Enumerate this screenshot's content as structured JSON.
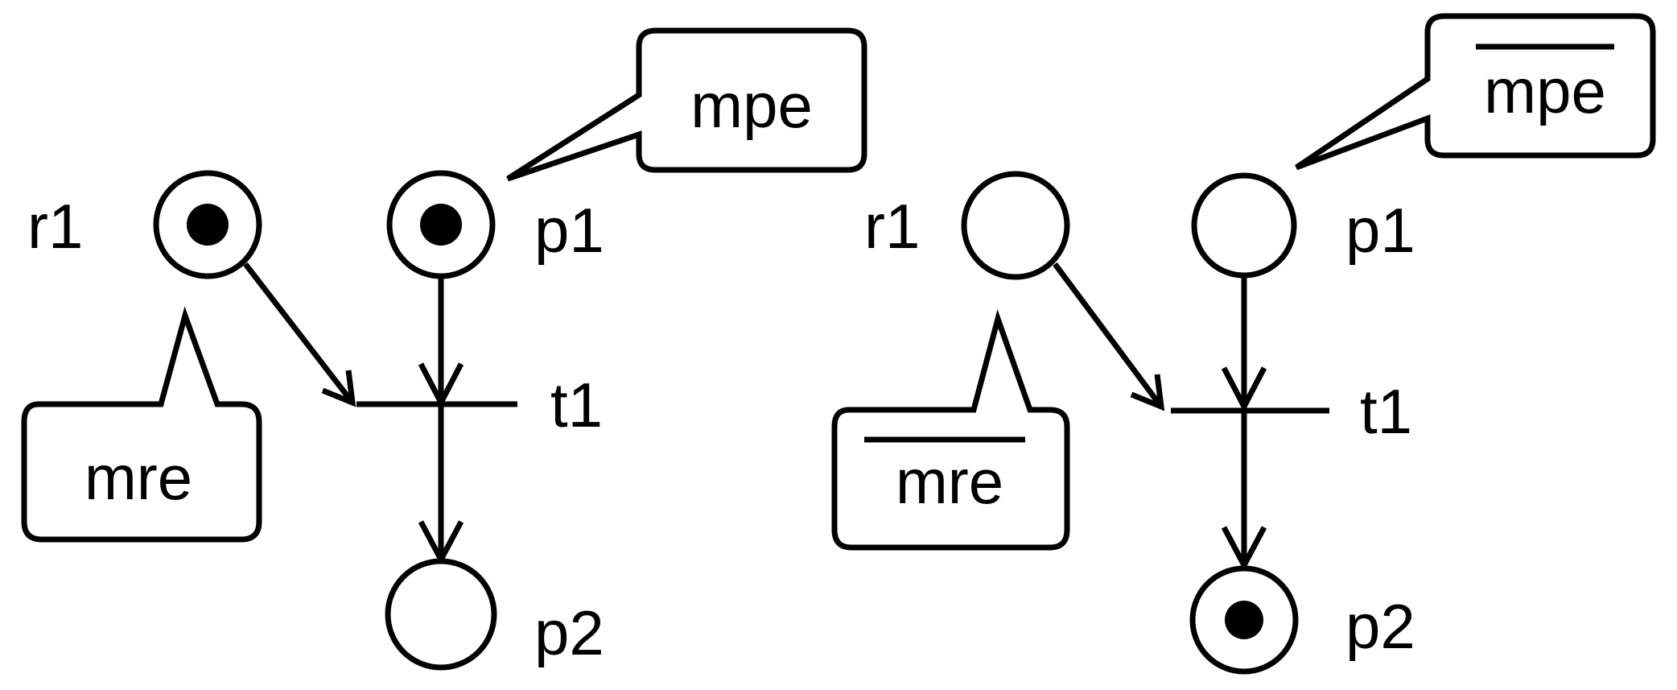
{
  "nets": [
    {
      "id": "before",
      "places": {
        "r1": {
          "label": "r1",
          "tokens": 1
        },
        "p1": {
          "label": "p1",
          "tokens": 1
        },
        "p2": {
          "label": "p2",
          "tokens": 0
        }
      },
      "transition": {
        "label": "t1"
      },
      "callouts": {
        "mpe": {
          "text": "mpe",
          "overline": false
        },
        "mre": {
          "text": "mre",
          "overline": false
        }
      }
    },
    {
      "id": "after",
      "places": {
        "r1": {
          "label": "r1",
          "tokens": 0
        },
        "p1": {
          "label": "p1",
          "tokens": 0
        },
        "p2": {
          "label": "p2",
          "tokens": 1
        }
      },
      "transition": {
        "label": "t1"
      },
      "callouts": {
        "mpe": {
          "text": "mpe",
          "overline": true
        },
        "mre": {
          "text": "mre",
          "overline": true
        }
      }
    }
  ]
}
